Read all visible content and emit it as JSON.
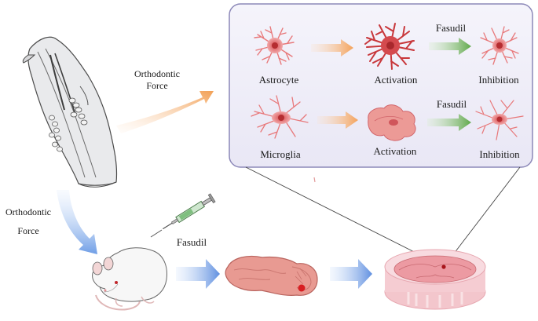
{
  "labels": {
    "orthodontic_force_top_line1": "Orthodontic",
    "orthodontic_force_top_line2": "Force",
    "orthodontic_force_left_line1": "Orthodontic",
    "orthodontic_force_left_line2": "Force",
    "fasudil_bottom": "Fasudil",
    "panel": {
      "astrocyte": "Astrocyte",
      "astrocyte_activation": "Activation",
      "astrocyte_fasudil": "Fasudil",
      "astrocyte_inhibition": "Inhibition",
      "microglia": "Microglia",
      "microglia_activation": "Activation",
      "microglia_fasudil": "Fasudil",
      "microglia_inhibition": "Inhibition"
    }
  },
  "colors": {
    "panel_fill": "#efeef8",
    "panel_stroke": "#8c88b8",
    "cell_pink": "#e8787a",
    "cell_red": "#c8373b",
    "arrow_orange": "#f4a25a",
    "arrow_green": "#7fb86c",
    "arrow_blue": "#7aa6e8",
    "tissue_pink": "#e89a92",
    "dish_pink": "#f5c6cc"
  },
  "icons": [
    "jaw-illustration",
    "rat-illustration",
    "syringe-icon",
    "brain-sagittal",
    "brain-slice-dish",
    "astrocyte-cell",
    "microglia-cell"
  ]
}
